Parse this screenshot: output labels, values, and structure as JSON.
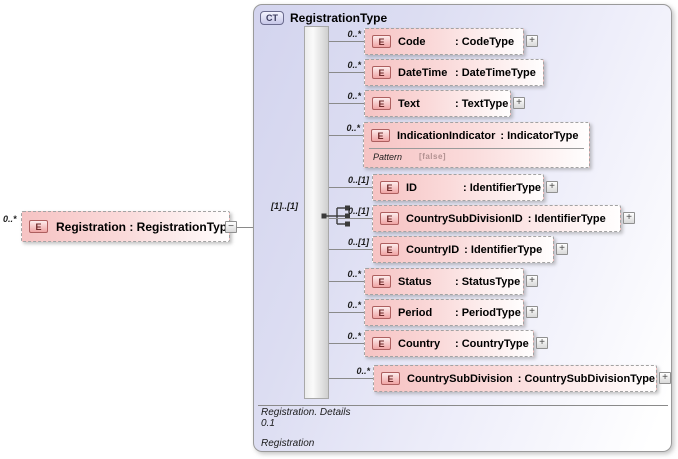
{
  "glyphs": {
    "plus": "+",
    "minus": "−"
  },
  "colors": {
    "element_fill_pink": "#f6c3c3",
    "element_badge_border": "#ad5f5f",
    "panel_lavender": "#d3d4ee",
    "ct_badge_border": "#6b6b8d",
    "connector_gray": "#8a8a8a"
  },
  "root": {
    "occurrence": "0..*",
    "badge": "E",
    "name": "Registration",
    "type": "RegistrationType"
  },
  "ct": {
    "badge": "CT",
    "title": "RegistrationType",
    "group_cardinality": "[1]..[1]",
    "children": [
      {
        "occurrence": "0..*",
        "badge": "E",
        "name": "Code",
        "type": "CodeType",
        "expandable": true
      },
      {
        "occurrence": "0..*",
        "badge": "E",
        "name": "DateTime",
        "type": "DateTimeType",
        "expandable": false
      },
      {
        "occurrence": "0..*",
        "badge": "E",
        "name": "Text",
        "type": "TextType",
        "expandable": true
      },
      {
        "occurrence": "0..*",
        "badge": "E",
        "name": "IndicationIndicator",
        "type": "IndicatorType",
        "expandable": false,
        "facet": {
          "label": "Pattern",
          "value": "[false]"
        }
      },
      {
        "occurrence": "0..[1]",
        "badge": "E",
        "name": "ID",
        "type": "IdentifierType",
        "expandable": true
      },
      {
        "occurrence": "0..[1]",
        "badge": "E",
        "name": "CountrySubDivisionID",
        "type": "IdentifierType",
        "expandable": true
      },
      {
        "occurrence": "0..[1]",
        "badge": "E",
        "name": "CountryID",
        "type": "IdentifierType",
        "expandable": true
      },
      {
        "occurrence": "0..*",
        "badge": "E",
        "name": "Status",
        "type": "StatusType",
        "expandable": true
      },
      {
        "occurrence": "0..*",
        "badge": "E",
        "name": "Period",
        "type": "PeriodType",
        "expandable": true
      },
      {
        "occurrence": "0..*",
        "badge": "E",
        "name": "Country",
        "type": "CountryType",
        "expandable": true
      },
      {
        "occurrence": "0..*",
        "badge": "E",
        "name": "CountrySubDivision",
        "type": "CountrySubDivisionType",
        "expandable": true
      }
    ],
    "footer": {
      "line1": "Registration. Details",
      "line2": "0.1",
      "line3": "Registration"
    }
  }
}
